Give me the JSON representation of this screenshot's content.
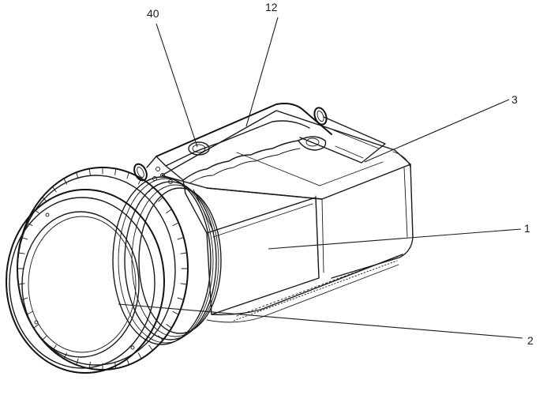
{
  "labels": {
    "body": "1",
    "lens": "2",
    "top_panel": "3",
    "handle": "12",
    "button": "40"
  }
}
